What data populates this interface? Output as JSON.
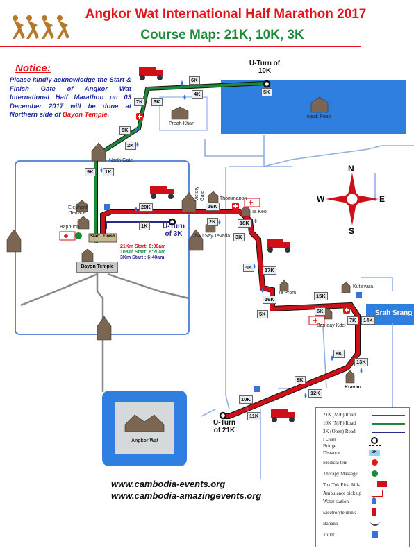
{
  "title": "Angkor Wat International Half Marathon 2017",
  "subtitle": "Course Map: 21K, 10K, 3K",
  "notice": {
    "heading": "Notice:",
    "body_pre": "Please kindly acknowledge the Start & Finish Gate of Angkor Wat International Half Marathon on 03 December 2017 will be done at Northern side of ",
    "body_red": "Bayon Temple",
    "body_post": "."
  },
  "places": {
    "preah_khan": "Preah Khan",
    "neak_pean": "Neak Pean",
    "north_gate": "North Gate",
    "elephant_terrace": "Elephant Terrace",
    "baphuon": "Baphuon",
    "bayon_temple": "Bayon Temple",
    "victory_gate": "Victory Gate",
    "thommanon": "Thommanon",
    "chau_say_tevada": "Chau Say Tevada",
    "ta_keo": "Ta Keo",
    "ta_prom": "Ta Prom",
    "kutisvara": "Kutisvara",
    "banteay_kdei": "Banteay Kdei",
    "srah_srang": "Srah Srang",
    "kravan": "Kravan",
    "angkor_wat": "Angkor Wat"
  },
  "uturns": {
    "u10k": "U-Turn of 10K",
    "u3k": "U-Turn of 3K",
    "u21k": "U-Turn of 21K"
  },
  "start_finish": {
    "start": "Start",
    "finish": "Finish"
  },
  "start_times": {
    "k21": "21Km Start: 6:00am",
    "k10": "10Km Start: 6:20am",
    "k3": "3Km Start  : 6:40am"
  },
  "distance_markers": [
    "6K",
    "4K",
    "5K",
    "7K",
    "3K",
    "8K",
    "2K",
    "9K",
    "1K",
    "20K",
    "1K",
    "19K",
    "2K",
    "18K",
    "3K",
    "4K",
    "17K",
    "16K",
    "5K",
    "15K",
    "6K",
    "7K",
    "14K",
    "8K",
    "13K",
    "9K",
    "12K",
    "10K",
    "11K"
  ],
  "compass": {
    "n": "N",
    "s": "S",
    "e": "E",
    "w": "W"
  },
  "legend": {
    "road21": "21K (M/F) Road",
    "road10": "10K (M/F) Road",
    "road3": "3K (Open) Road",
    "uturn": "U-turn",
    "bridge": "Bridge",
    "distance": "Distance",
    "distance_box": "3K",
    "medical": "Medical tent",
    "therapy": "Therapy Massage",
    "tuktuk": "Tuk Tuk First Aids",
    "ambulance": "Ambulance pick up",
    "water": "Water station",
    "electrolyte": "Electrolyte drink",
    "banana": "Banana",
    "toilet": "Toilet"
  },
  "websites": [
    "www.cambodia-events.org",
    "www.cambodia-amazingevents.org"
  ],
  "colors": {
    "red_route": "#d01018",
    "green_route": "#1a8a3a",
    "blue_route": "#2a2a8a",
    "water": "#3b6fd9",
    "title_red": "#e4141b",
    "subtitle_green": "#1f8a3a"
  }
}
